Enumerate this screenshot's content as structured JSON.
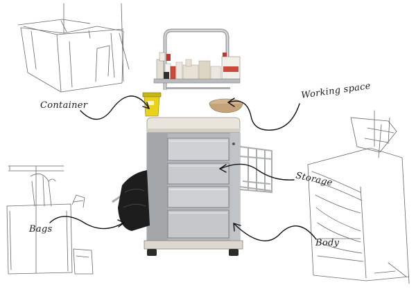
{
  "labels": {
    "container": "Container",
    "working_space": "Working space",
    "storage": "Storage",
    "bags": "Bags",
    "body": "Body"
  },
  "colors": {
    "sketch": "#555555",
    "steel_light": "#d8dadb",
    "steel_mid": "#a9adb0",
    "steel_dark": "#7c8185",
    "top_panel": "#e9e5dd",
    "yellow_bin": "#e8d21a",
    "bag": "#1d1d1d",
    "arrow": "#111111"
  },
  "icons": [
    "sketch-lines",
    "trolley-photo",
    "arrow"
  ]
}
